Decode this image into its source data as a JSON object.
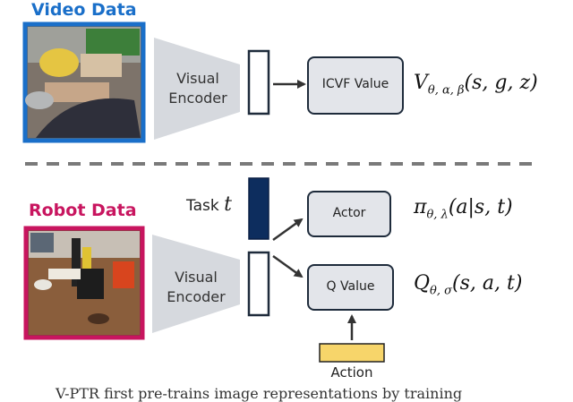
{
  "sections": {
    "video": {
      "title": "Video Data",
      "encoder_label_line1": "Visual",
      "encoder_label_line2": "Encoder",
      "value_box": "ICVF Value",
      "value_formula": {
        "main": "V",
        "sub": "θ, α, β",
        "args": "(s, g, z)"
      }
    },
    "robot": {
      "title": "Robot Data",
      "encoder_label_line1": "Visual",
      "encoder_label_line2": "Encoder",
      "task_label": "Task",
      "task_var": "t",
      "actor_box": "Actor",
      "actor_formula": {
        "main": "π",
        "sub": "θ, λ",
        "args": "(a|s, t)"
      },
      "q_box": "Q Value",
      "q_formula": {
        "main": "Q",
        "sub": "θ, σ",
        "args": "(s, a, t)"
      },
      "action_label": "Action"
    }
  },
  "caption_fragment": "V-PTR first pre-trains image representations by training",
  "colors": {
    "video_accent": "#1a6fc9",
    "robot_accent": "#c8155f",
    "task_bar": "#0d2d5e",
    "action_bar": "#f7d56a",
    "box_fill": "#e3e5ea",
    "trapezoid_fill": "#d6d9de"
  }
}
